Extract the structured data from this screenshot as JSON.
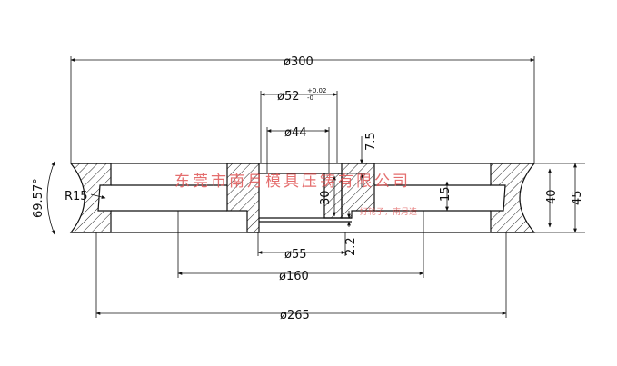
{
  "dimensions": {
    "d300": "ø300",
    "d52": "ø52",
    "d52_tol_upper": "+0.02",
    "d52_tol_lower": "-0",
    "d44": "ø44",
    "h7_5": "7.5",
    "angle": "69.57°",
    "r15": "R15",
    "h30": "30",
    "h15": "15",
    "h40": "40",
    "h45": "45",
    "h2_2": "2.2",
    "d55": "ø55",
    "d160": "ø160",
    "d265": "ø265"
  },
  "watermark": {
    "company": "东莞市南月模具压铸有限公司",
    "slogan": "好轮子，南月造"
  },
  "colors": {
    "line": "#111111",
    "hatch": "#222222",
    "watermark": "#e05555"
  }
}
